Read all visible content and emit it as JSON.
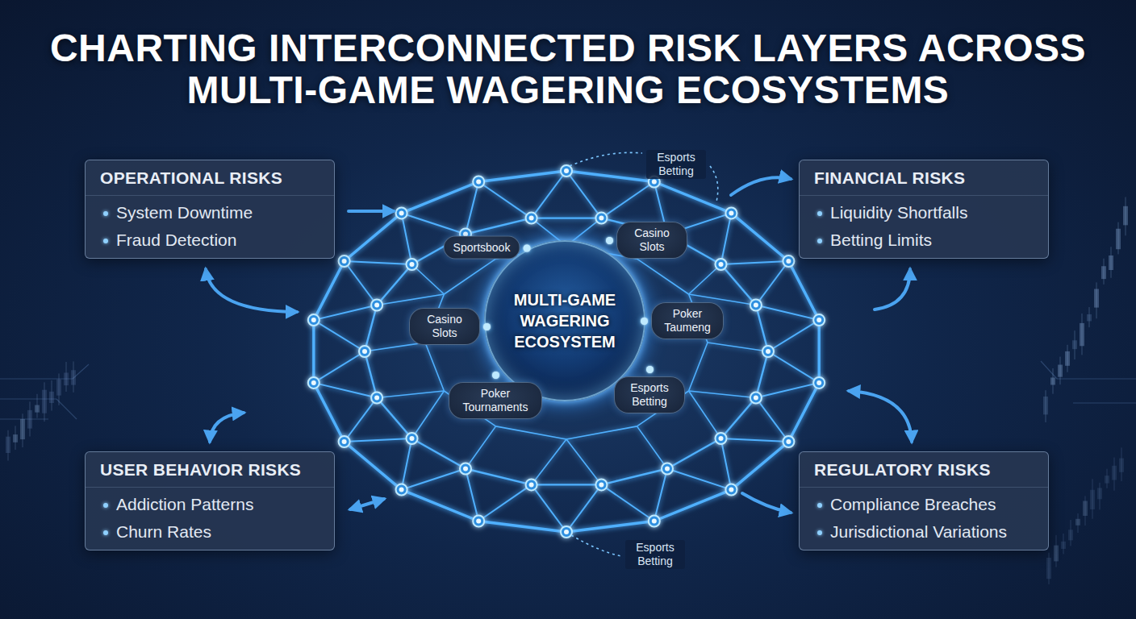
{
  "diagram": {
    "title": "CHARTING INTERCONNECTED RISK LAYERS ACROSS MULTI-GAME WAGERING ECOSYSTEMS",
    "nodes": [
      {
        "text": [
          "OPERATIONAL RISKS",
          "System Downtime",
          "Fraud Detection"
        ]
      },
      {
        "text": [
          "FINANCIAL RISKS",
          "Liquidity Shortfalls",
          "Betting Limits"
        ]
      },
      {
        "text": [
          "MULTI-GAME WAGERING ECOSYSTEM"
        ]
      },
      {
        "text": [
          "Sportsbook"
        ]
      },
      {
        "text": [
          "Casino Slots"
        ]
      },
      {
        "text": [
          "Casino Slots"
        ]
      },
      {
        "text": [
          "Poker Taumeng"
        ]
      },
      {
        "text": [
          "Poker Tournaments"
        ]
      },
      {
        "text": [
          "Esports Betting"
        ]
      },
      {
        "text": [
          "USER BEHAVIOR RISKS",
          "Addiction Patterns",
          "Churn Rates"
        ]
      },
      {
        "text": [
          "REGULATORY RISKS",
          "Compliance Breaches",
          "Jurisdictional Variations"
        ]
      }
    ],
    "labels": [
      "Esports Betting",
      "Esports Betting"
    ]
  }
}
